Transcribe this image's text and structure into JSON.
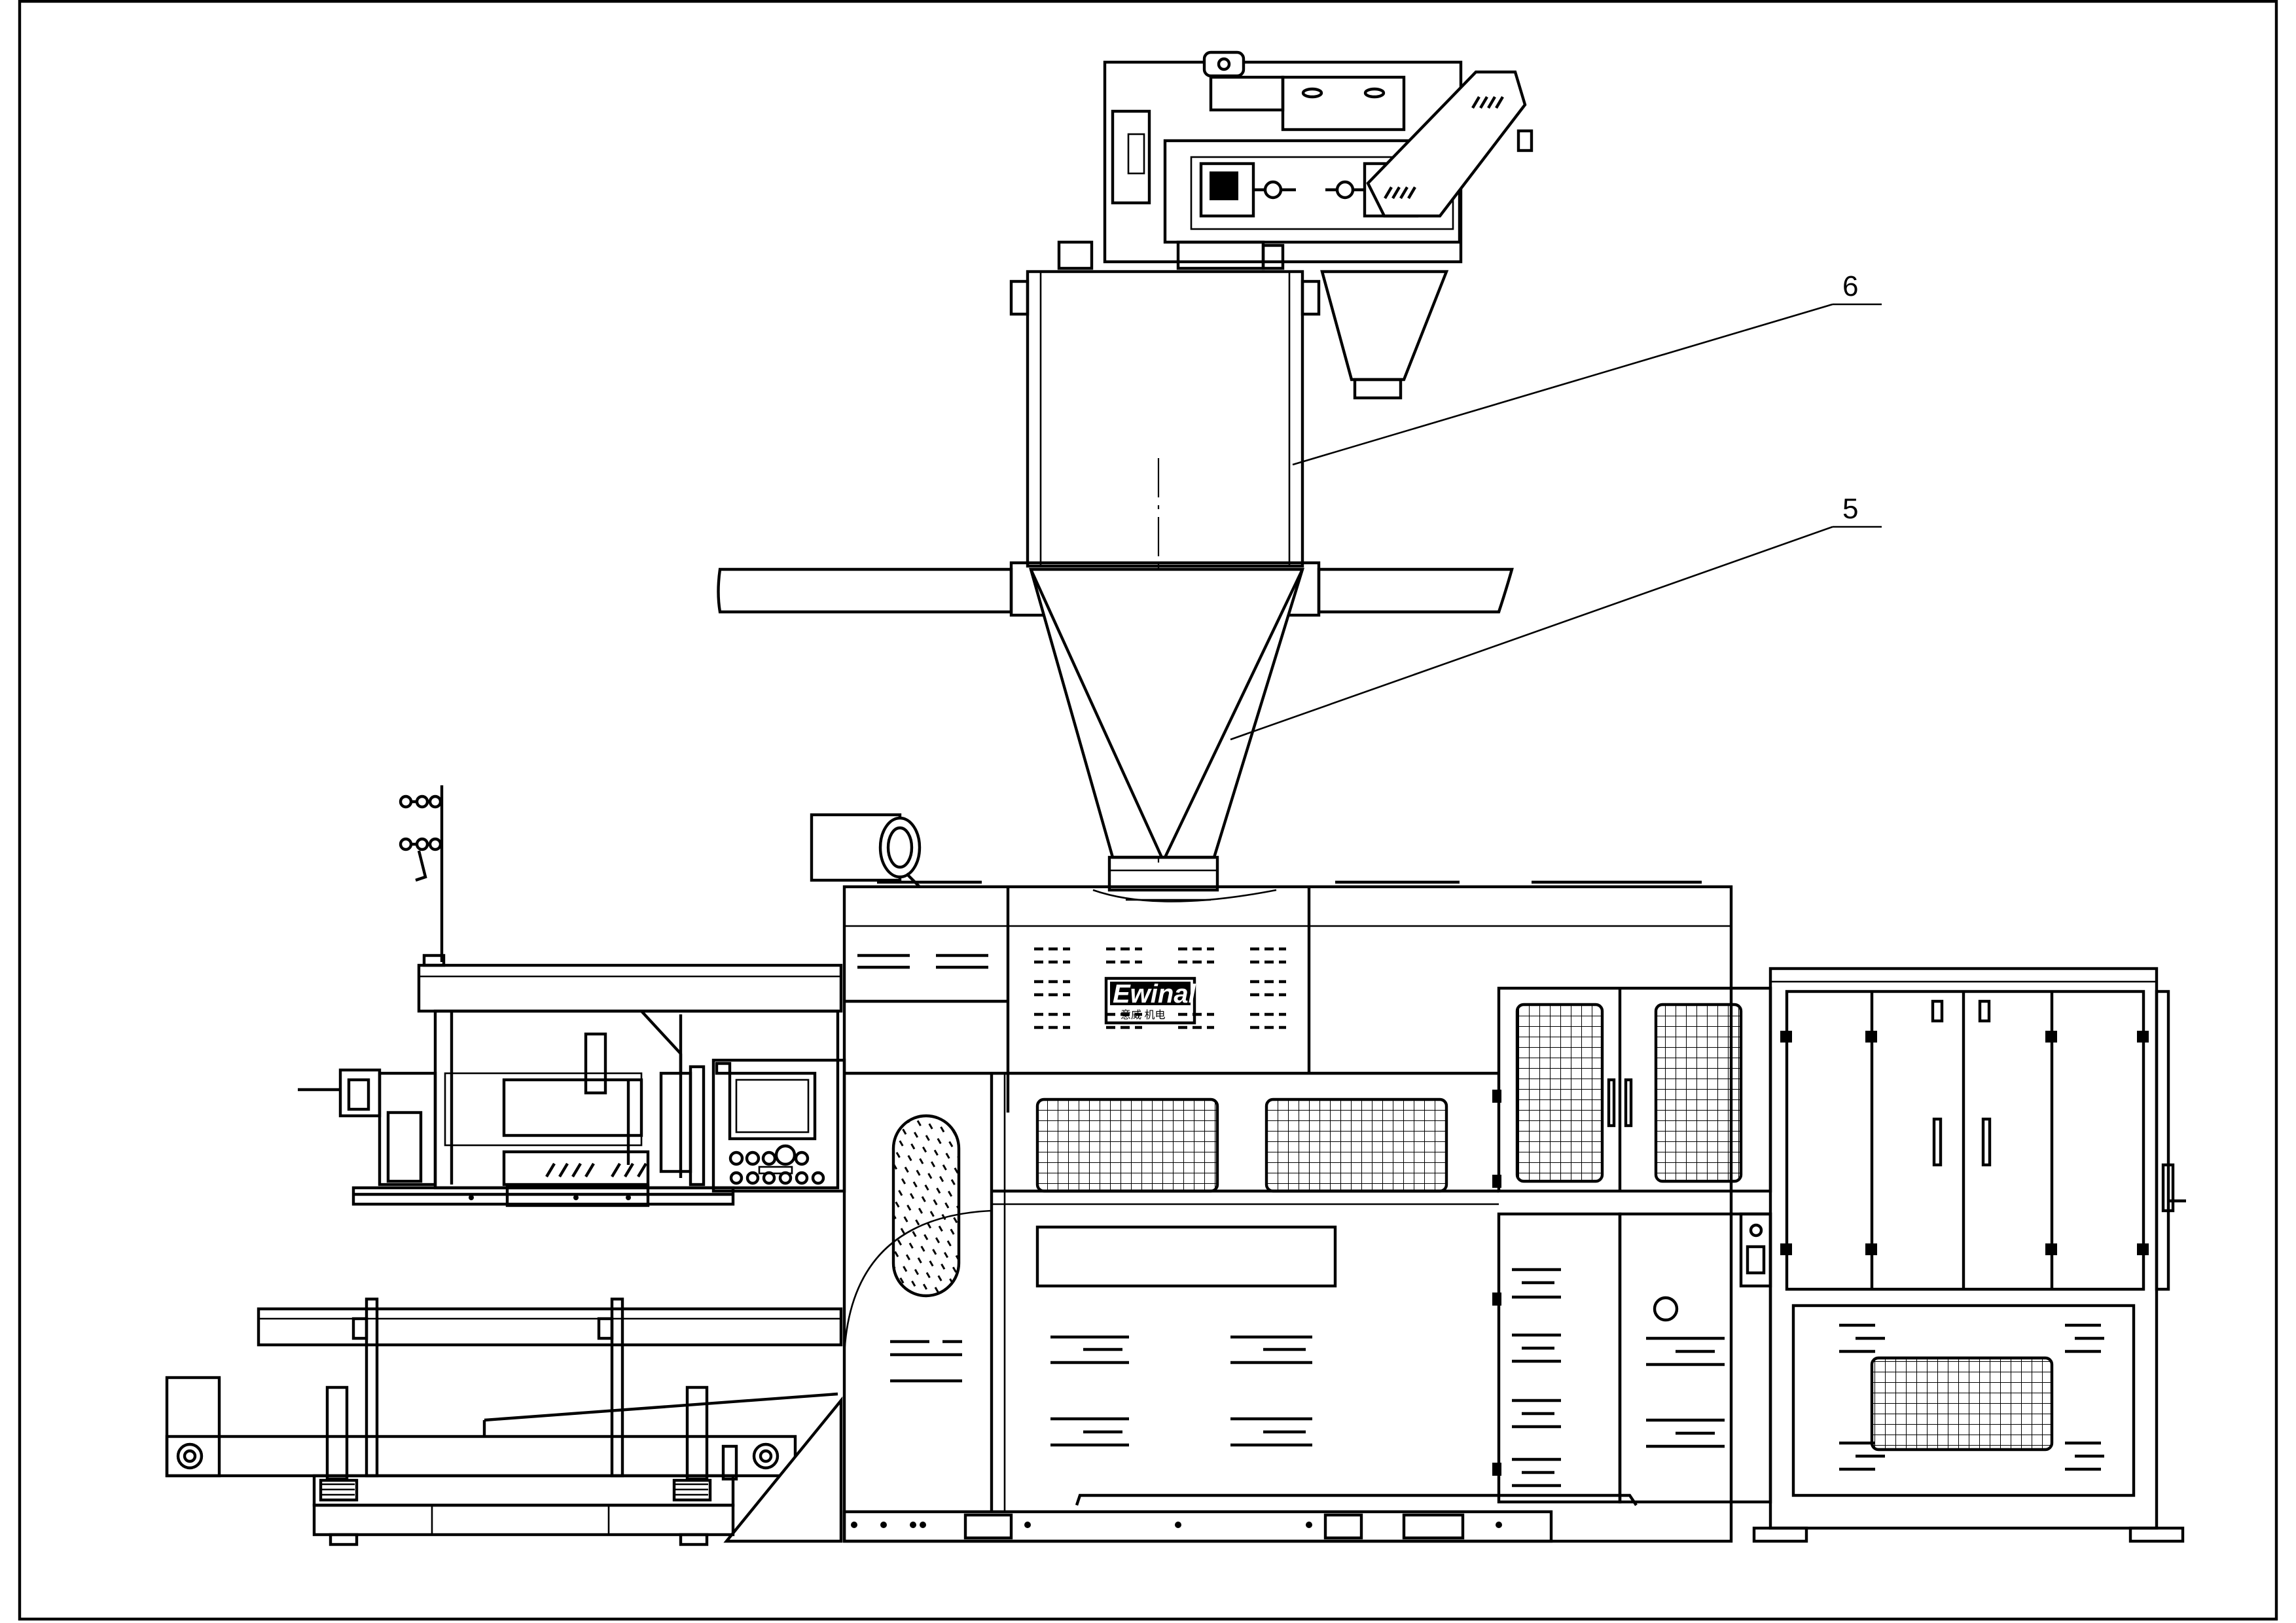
{
  "drawing": {
    "callouts": [
      {
        "id": "6",
        "label": "6"
      },
      {
        "id": "5",
        "label": "5"
      }
    ],
    "brand": {
      "name": "Ewinall",
      "subtitle": "意威 机电"
    }
  }
}
